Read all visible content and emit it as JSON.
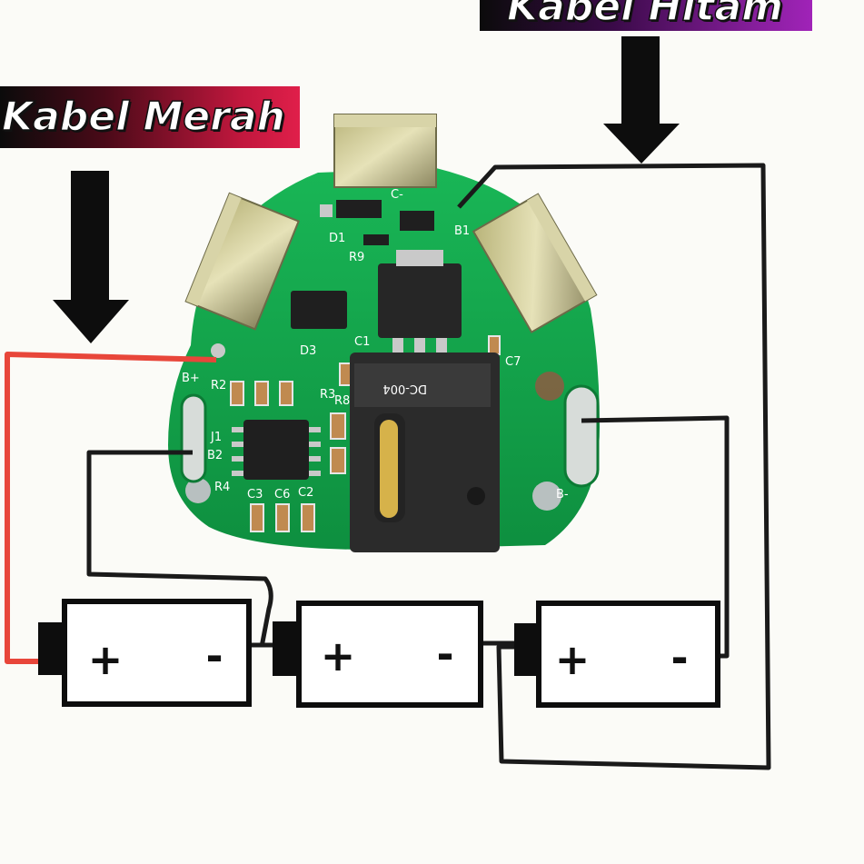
{
  "labels": {
    "red_cable": "Kabel Merah",
    "black_cable": "Kabel Hitam"
  },
  "pcb": {
    "silkscreen": {
      "b_plus": "B+",
      "b_minus": "B-",
      "b2": "B2",
      "b1": "B1",
      "j1": "J1",
      "c_minus": "C-",
      "d1": "D1",
      "r9": "R9",
      "r4": "R4",
      "r2": "R2",
      "r3": "R3",
      "r8": "R8",
      "c1": "C1",
      "c2": "C2",
      "c3": "C3",
      "c6": "C6",
      "c7": "C7",
      "d3": "D3",
      "connector": "DC-004"
    }
  },
  "batteries": [
    {
      "plus": "+",
      "minus": "-"
    },
    {
      "plus": "+",
      "minus": "-"
    },
    {
      "plus": "+",
      "minus": "-"
    }
  ],
  "colors": {
    "pcb_green": "#12a34a",
    "red_wire": "#e8463a",
    "black_wire": "#1a1a1a",
    "red_label": "#e01f4a",
    "black_label": "#a023b8"
  }
}
